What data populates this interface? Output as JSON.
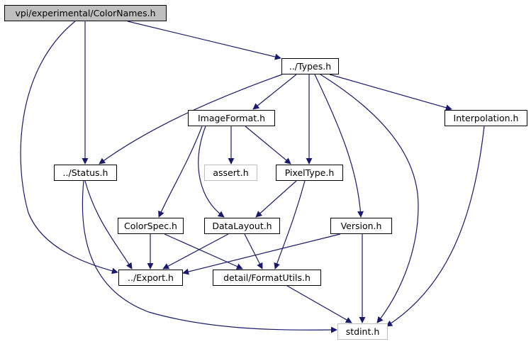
{
  "graph": {
    "nodes": {
      "root": "vpi/experimental/ColorNames.h",
      "types": "../Types.h",
      "image_format": "ImageFormat.h",
      "interpolation": "Interpolation.h",
      "status": "../Status.h",
      "assert": "assert.h",
      "pixel_type": "PixelType.h",
      "color_spec": "ColorSpec.h",
      "data_layout": "DataLayout.h",
      "version": "Version.h",
      "export": "../Export.h",
      "format_utils": "detail/FormatUtils.h",
      "stdint": "stdint.h"
    },
    "edge_color": "#191970",
    "missing_border_color": "#bfbfbf",
    "root_fill_color": "#bfbfbf"
  }
}
